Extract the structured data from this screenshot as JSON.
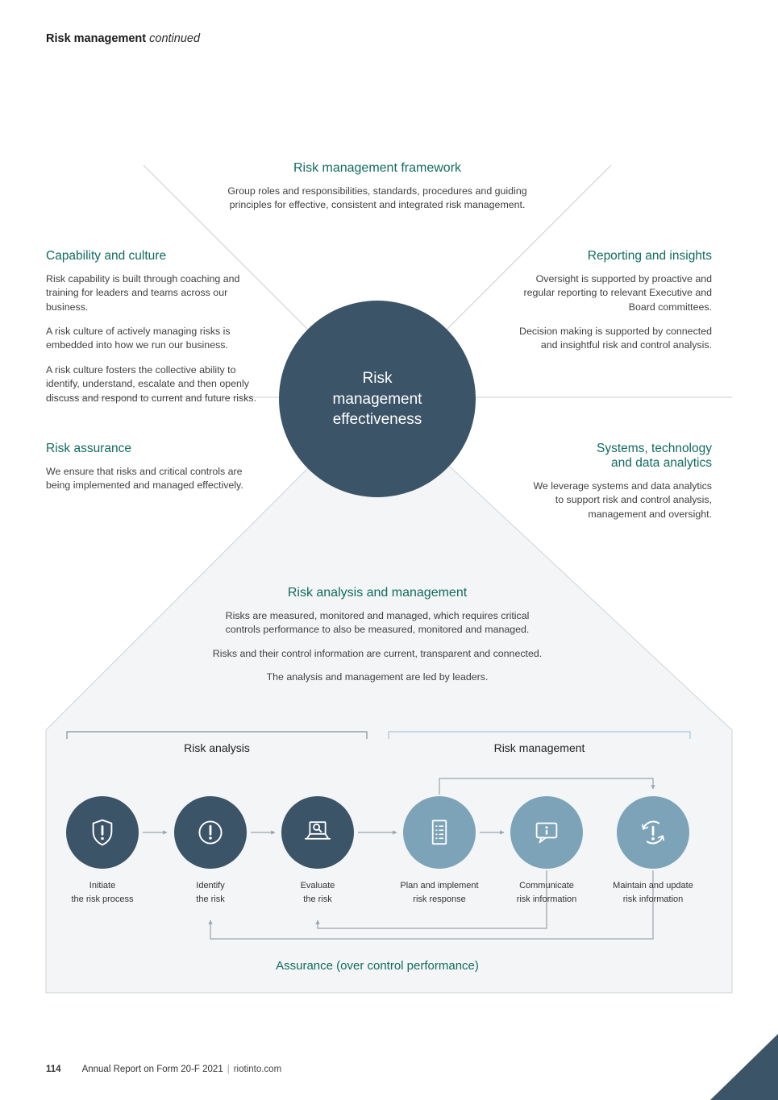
{
  "colors": {
    "teal_heading": "#116b5f",
    "navy": "#3b5468",
    "light_blue": "#7ca3b8",
    "panel_background": "#f3f5f6",
    "line_gray": "#c9ced3",
    "body_text": "#404040"
  },
  "header": {
    "title": "Risk management",
    "continued": "continued"
  },
  "center": {
    "label": "Risk\nmanagement\neffectiveness"
  },
  "sections": {
    "framework": {
      "title": "Risk management framework",
      "body": "Group roles and responsibilities, standards, procedures and guiding\nprinciples for effective, consistent and integrated risk management."
    },
    "capability": {
      "title": "Capability and culture",
      "paragraphs": [
        "Risk capability is built through coaching and training for leaders and teams across our business.",
        "A risk culture of actively managing risks is embedded into how we run our business.",
        "A risk culture fosters the collective ability to identify, understand, escalate and then openly discuss and respond to current and future risks."
      ]
    },
    "reporting": {
      "title": "Reporting and insights",
      "paragraphs": [
        "Oversight is supported by proactive and regular reporting to relevant Executive and Board committees.",
        "Decision making is supported by connected and insightful risk and control analysis."
      ]
    },
    "assurance": {
      "title": "Risk assurance",
      "paragraphs": [
        "We ensure that risks and critical controls are being implemented and managed effectively."
      ]
    },
    "systems": {
      "title": "Systems, technology\nand data analytics",
      "paragraphs": [
        "We leverage systems and data analytics to support risk and control analysis, management and oversight."
      ]
    },
    "analysis": {
      "title": "Risk analysis and management",
      "paragraphs": [
        "Risks are measured, monitored and managed, which requires critical\ncontrols performance to also be measured, monitored and managed.",
        "Risks and their control information are current, transparent and connected.",
        "The analysis and management are led by leaders."
      ]
    }
  },
  "process": {
    "groups": [
      {
        "label": "Risk analysis"
      },
      {
        "label": "Risk management"
      }
    ],
    "steps": [
      {
        "label": "Initiate\nthe risk process",
        "icon": "shield-exclamation-icon"
      },
      {
        "label": "Identify\nthe risk",
        "icon": "alert-circle-icon"
      },
      {
        "label": "Evaluate\nthe risk",
        "icon": "laptop-search-icon"
      },
      {
        "label": "Plan and implement\nrisk response",
        "icon": "checklist-document-icon"
      },
      {
        "label": "Communicate\nrisk information",
        "icon": "speech-bubble-info-icon"
      },
      {
        "label": "Maintain and update\nrisk information",
        "icon": "refresh-exclamation-icon"
      }
    ],
    "assurance_caption": "Assurance (over control performance)"
  },
  "footer": {
    "page_number": "114",
    "report_title": "Annual Report on Form 20-F 2021",
    "separator": "|",
    "website": "riotinto.com"
  }
}
